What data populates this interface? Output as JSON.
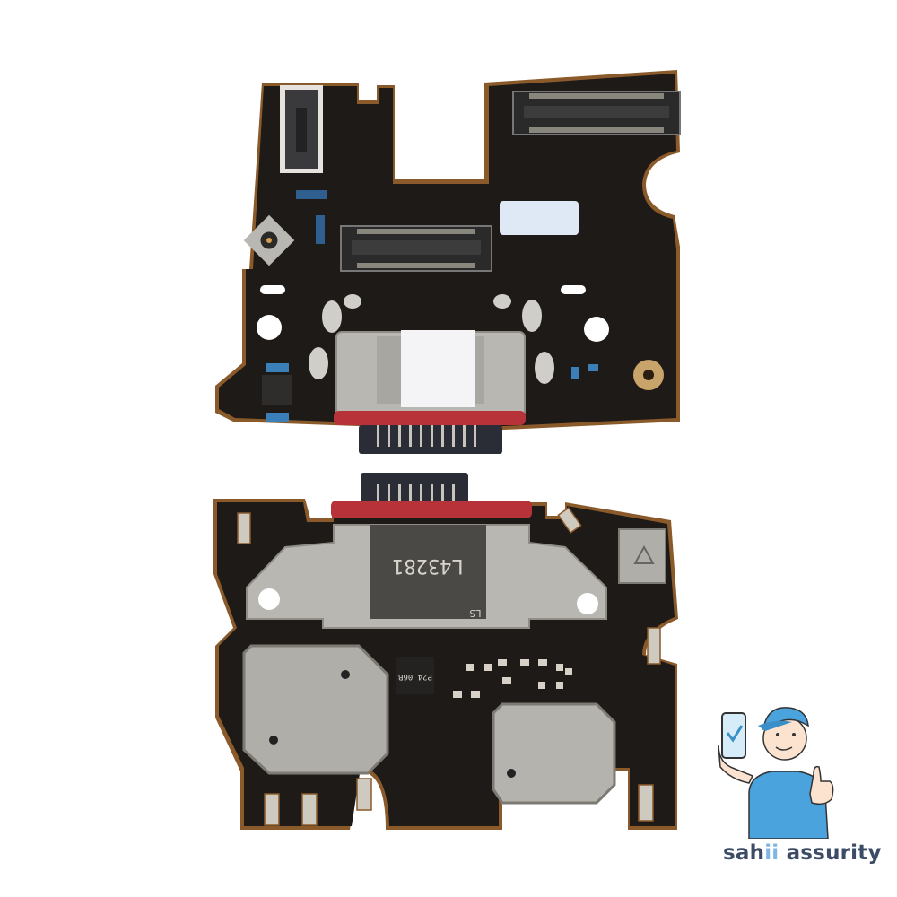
{
  "image": {
    "description": "Product photo of a smartphone USB Type-C charging port sub-board (PCB), shown front and back",
    "background": "#ffffff"
  },
  "top_board": {
    "label": "pcb-front-side",
    "connector_sticker_color": "#dfe9f5",
    "port_gasket_color": "#b8323a"
  },
  "bottom_board": {
    "label": "pcb-back-side",
    "port_marking": "L43281",
    "port_sub_marking": "LS",
    "ic_marking": "P24 06B"
  },
  "watermark": {
    "brand_part1": "sah",
    "brand_highlight": "ii",
    "brand_part2": " assurity",
    "brand_color": "#3c4c66",
    "highlight_color": "#7fb6e3",
    "mascot_shirt_color": "#4aa3dc"
  }
}
